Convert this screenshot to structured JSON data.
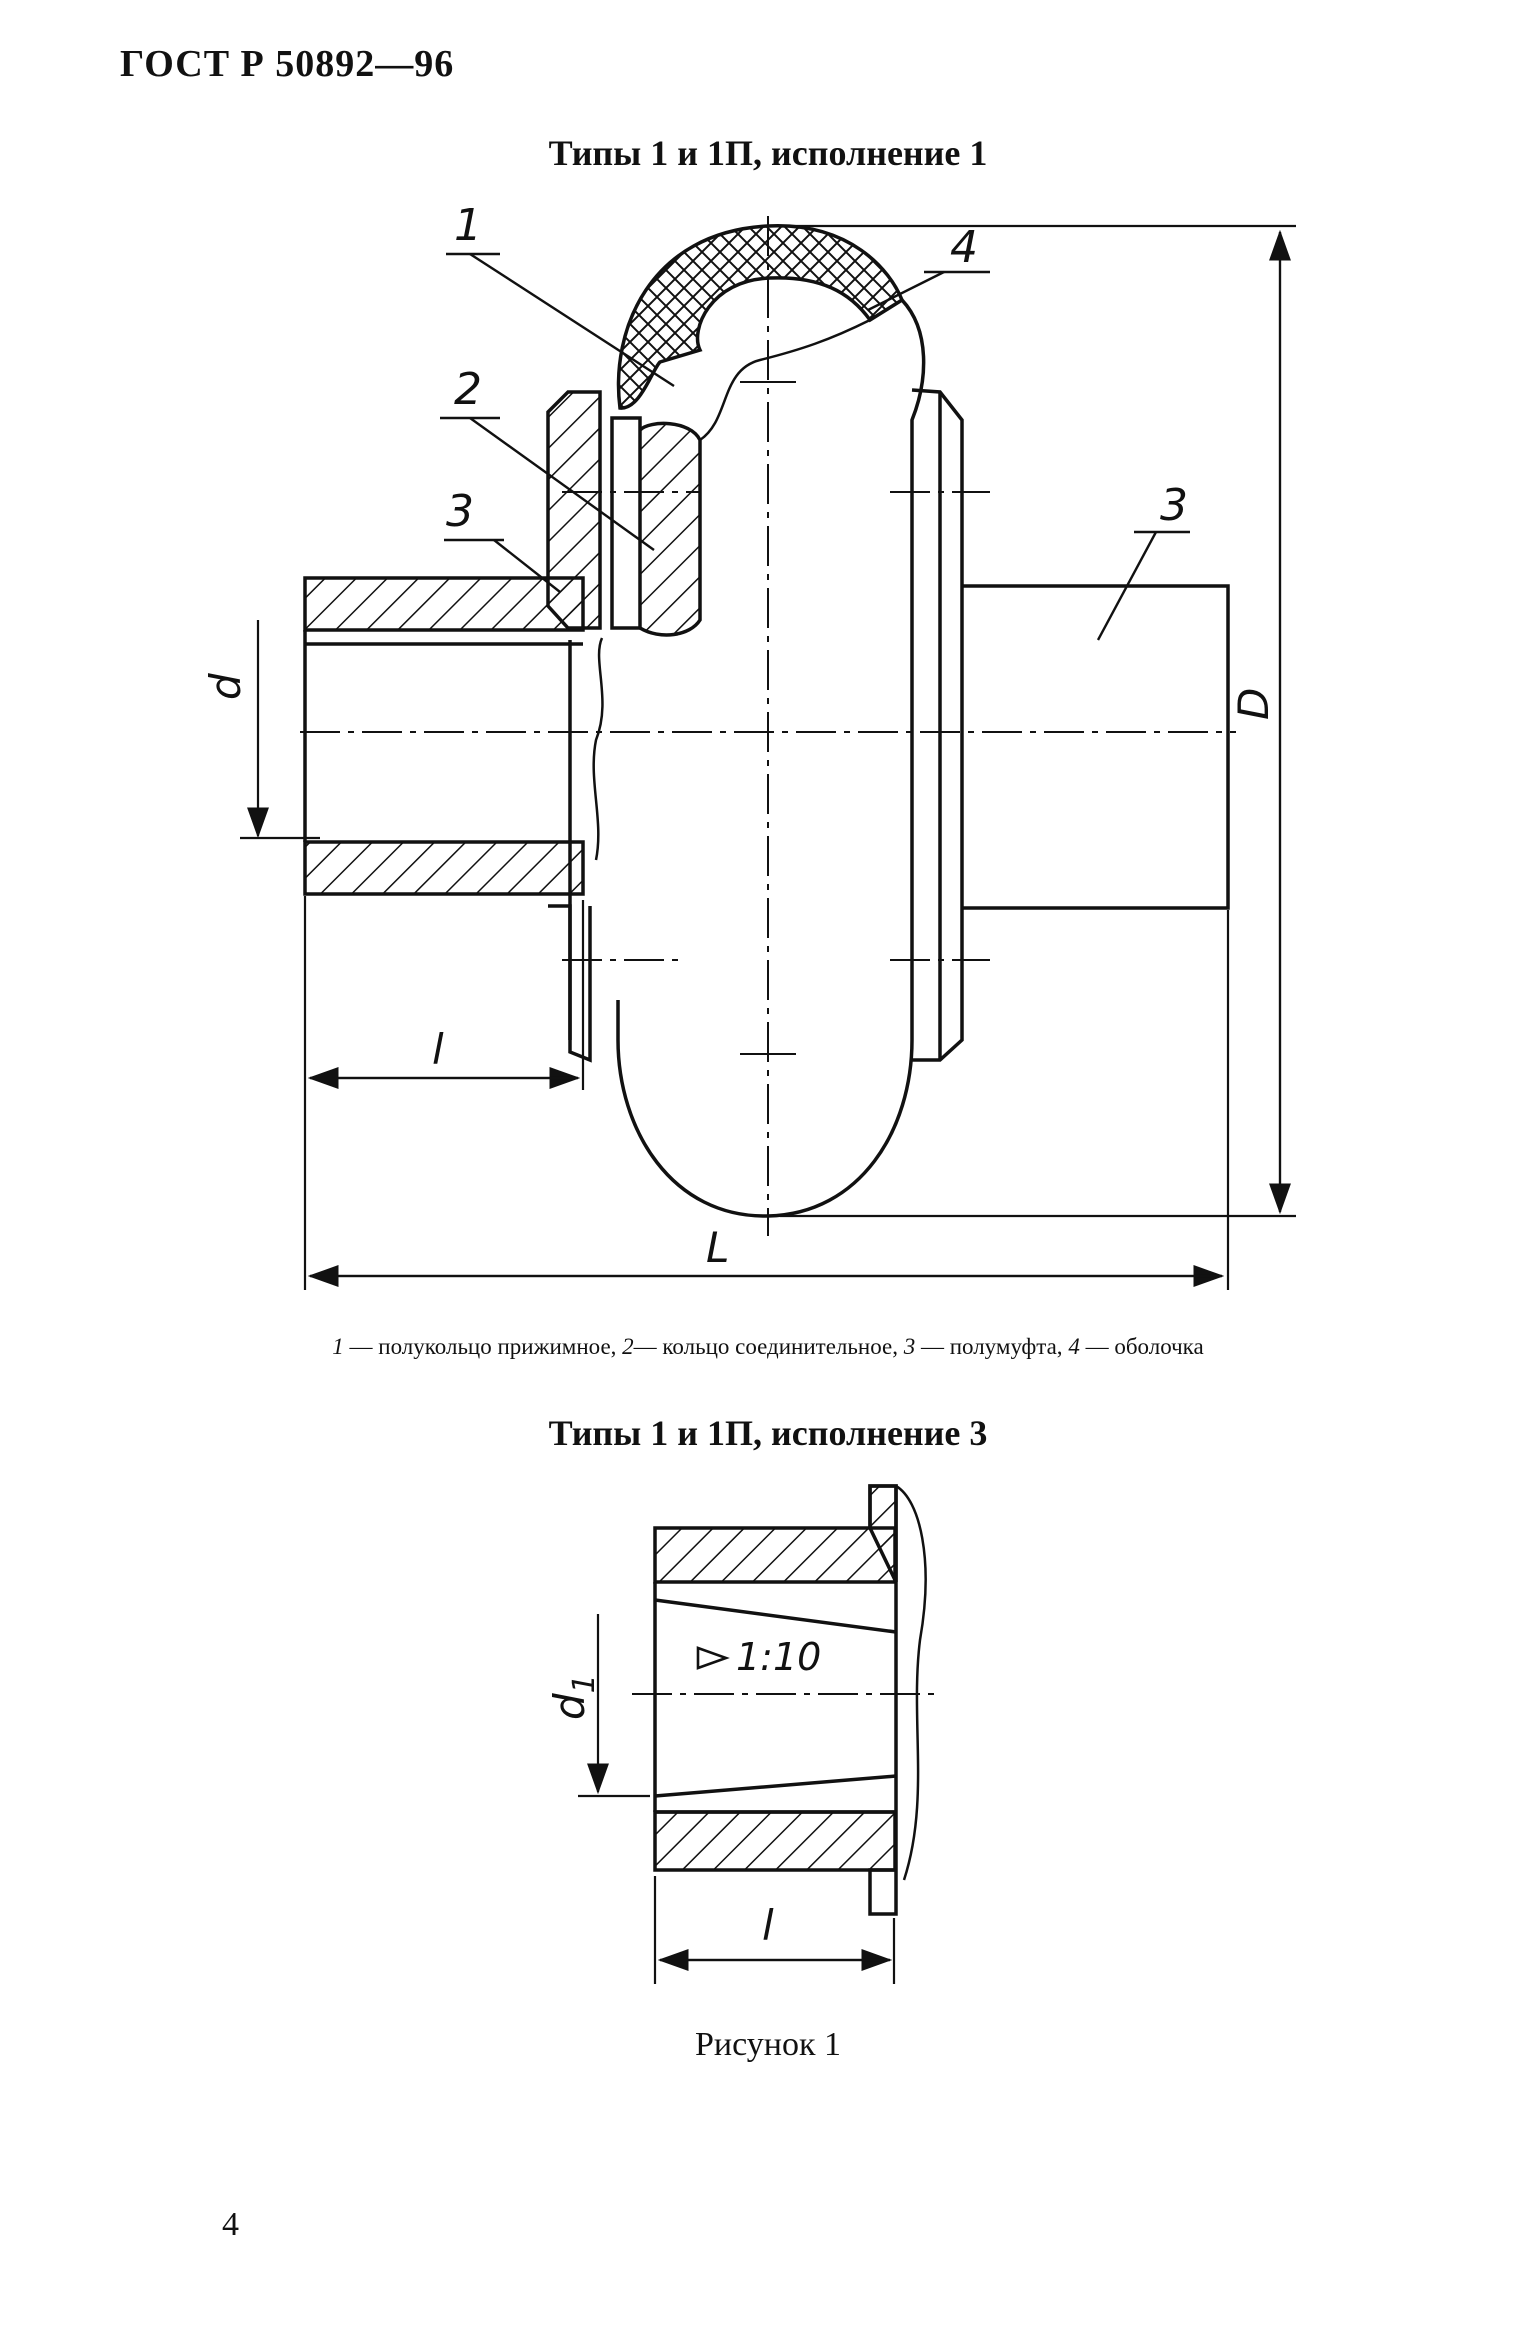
{
  "header": {
    "standard": "ГОСТ Р 50892—96"
  },
  "figure1": {
    "title": "Типы 1 и 1П, исполнение 1",
    "callouts": [
      "1",
      "2",
      "3",
      "4",
      "3"
    ],
    "dims": {
      "d": "d",
      "D": "D",
      "l": "l",
      "L": "L"
    }
  },
  "legend": {
    "items": [
      {
        "num": "1",
        "text": "полукольцо прижимное,"
      },
      {
        "num": "2",
        "text": "кольцо соединительное,"
      },
      {
        "num": "3",
        "text": "полумуфта,"
      },
      {
        "num": "4",
        "text": "оболочка"
      }
    ]
  },
  "figure2": {
    "title": "Типы 1 и 1П, исполнение 3",
    "dims": {
      "d1": "d",
      "d1_sub": "1",
      "l": "l",
      "taper": "1:10"
    }
  },
  "figure_caption": "Рисунок 1",
  "page_number": "4",
  "colors": {
    "ink": "#111111",
    "paper": "#ffffff"
  }
}
